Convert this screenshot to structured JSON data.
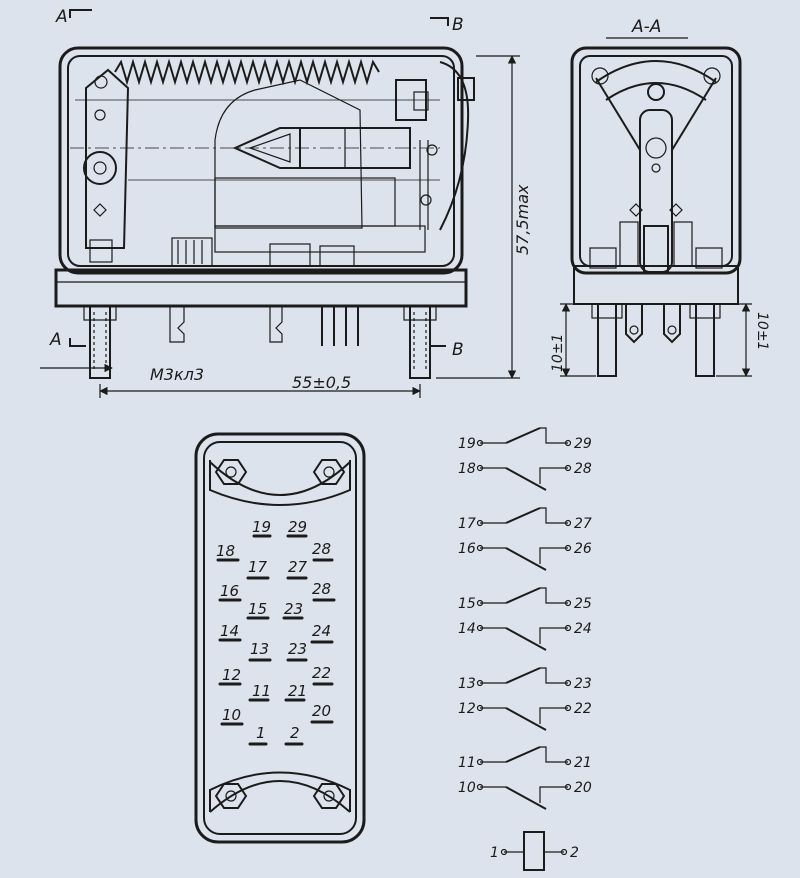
{
  "colors": {
    "paper": "#dde3ec",
    "ink": "#1b1b1b",
    "hatch": "#4a4a4a"
  },
  "section_labels": {
    "section_a_left": "А",
    "section_b_right": "В",
    "section_a_bottom": "А",
    "section_b_bottom": "В",
    "section_view_title": "А-А"
  },
  "dimensions": {
    "thread": "М3кл3",
    "width": "55±0,5",
    "height": "57,5max",
    "pin_left": "10±1",
    "pin_right": "10±1"
  },
  "socket_pins": {
    "col1": [
      "18",
      "16",
      "14",
      "12",
      "10"
    ],
    "col2": [
      "19",
      "17",
      "15",
      "13",
      "11",
      "1"
    ],
    "col3": [
      "29",
      "27",
      "23",
      "23",
      "21",
      "2"
    ],
    "col4": [
      "28",
      "28",
      "24",
      "22",
      "20"
    ]
  },
  "contact_groups": [
    {
      "nc_a": "19",
      "nc_b": "29",
      "no_a": "18",
      "no_b": "28"
    },
    {
      "nc_a": "17",
      "nc_b": "27",
      "no_a": "16",
      "no_b": "26"
    },
    {
      "nc_a": "15",
      "nc_b": "25",
      "no_a": "14",
      "no_b": "24"
    },
    {
      "nc_a": "13",
      "nc_b": "23",
      "no_a": "12",
      "no_b": "22"
    },
    {
      "nc_a": "11",
      "nc_b": "21",
      "no_a": "10",
      "no_b": "20"
    }
  ],
  "coil": {
    "pin_a": "1",
    "pin_b": "2"
  }
}
